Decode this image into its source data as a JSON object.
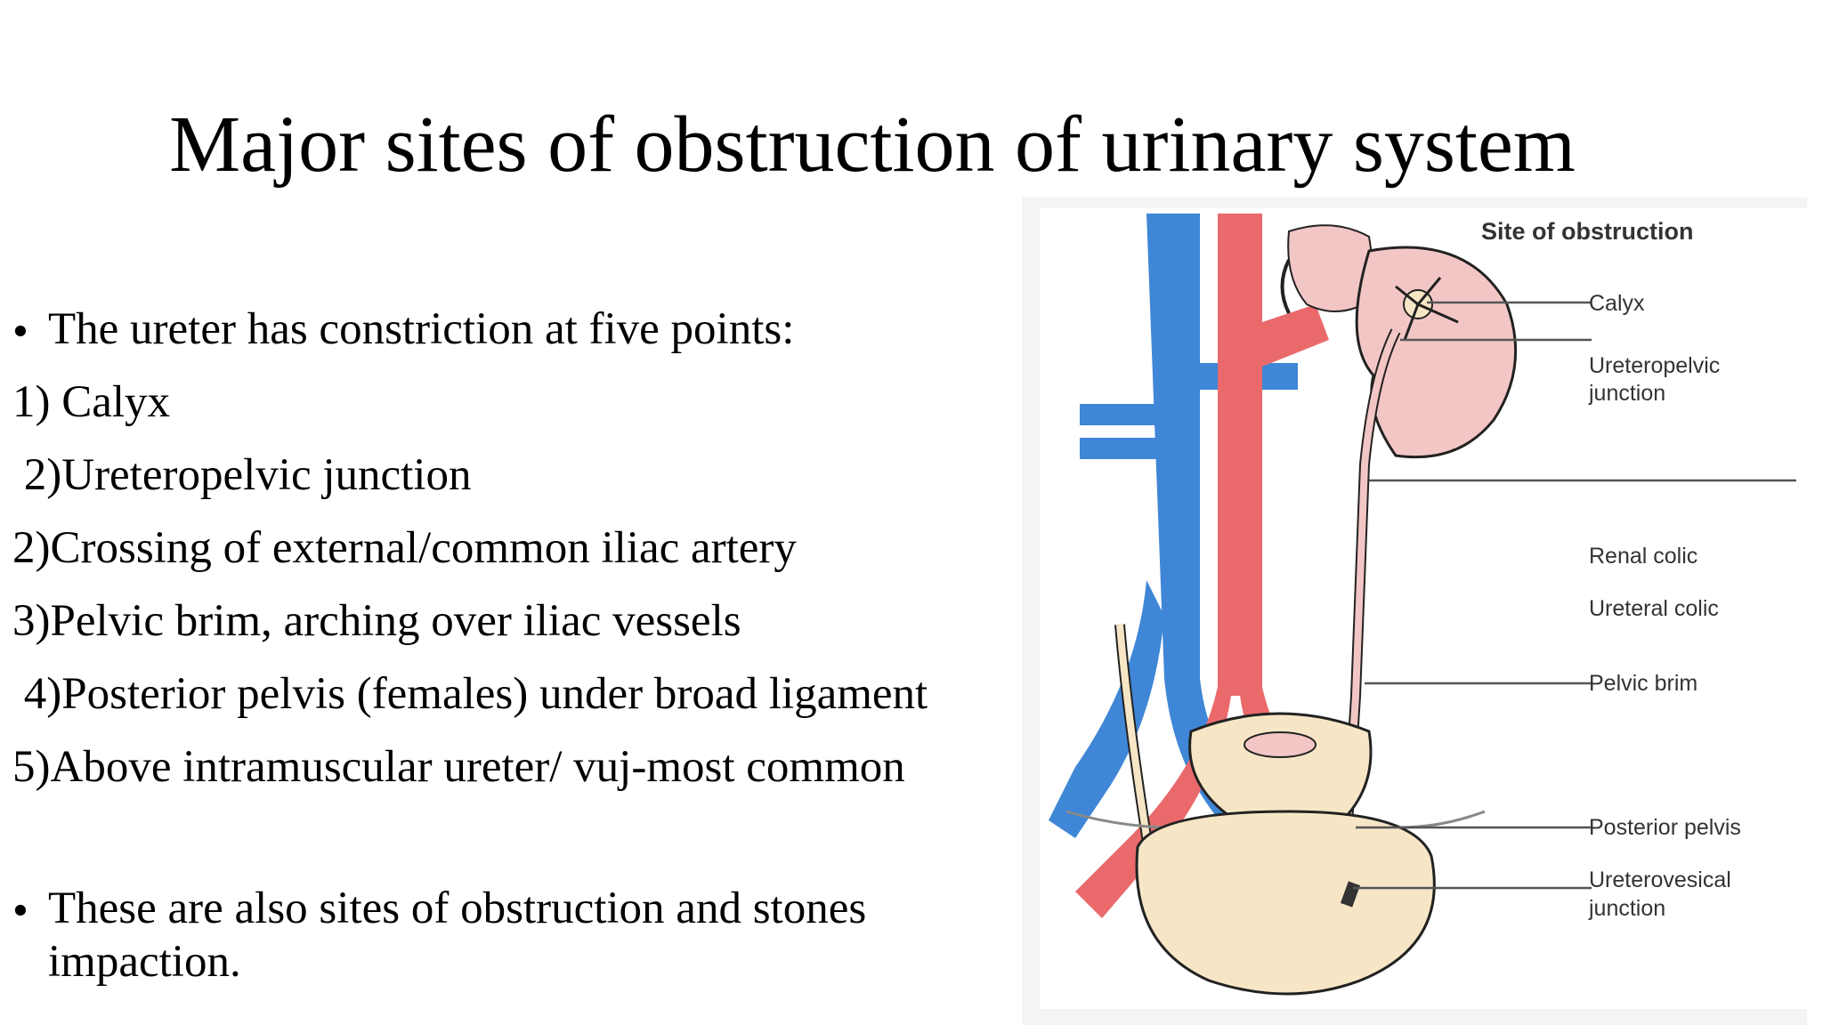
{
  "slide": {
    "title": "Major sites of obstruction of urinary system",
    "bullet_char": "•",
    "intro": "The ureter has constriction at five points:",
    "points": [
      "1) Calyx",
      " 2)Ureteropelvic junction",
      "2)Crossing of external/common iliac artery",
      "3)Pelvic brim, arching over iliac vessels",
      " 4)Posterior pelvis (females) under broad ligament",
      "5)Above intramuscular ureter/ vuj-most common"
    ],
    "closing_line1": "These are also sites of obstruction and stones",
    "closing_line2": "impaction."
  },
  "figure": {
    "heading": "Site of obstruction",
    "labels": {
      "calyx": "Calyx",
      "upj_1": "Ureteropelvic",
      "upj_2": "junction",
      "renal_colic": "Renal colic",
      "ureteral_colic": "Ureteral colic",
      "pelvic_brim": "Pelvic brim",
      "posterior_pelvis": "Posterior pelvis",
      "uvj_1": "Ureterovesical",
      "uvj_2": "junction"
    },
    "colors": {
      "vein": "#3f86d6",
      "artery": "#ea6a6b",
      "kidney": "#f3c6c6",
      "bladder": "#f7e6c6"
    }
  }
}
